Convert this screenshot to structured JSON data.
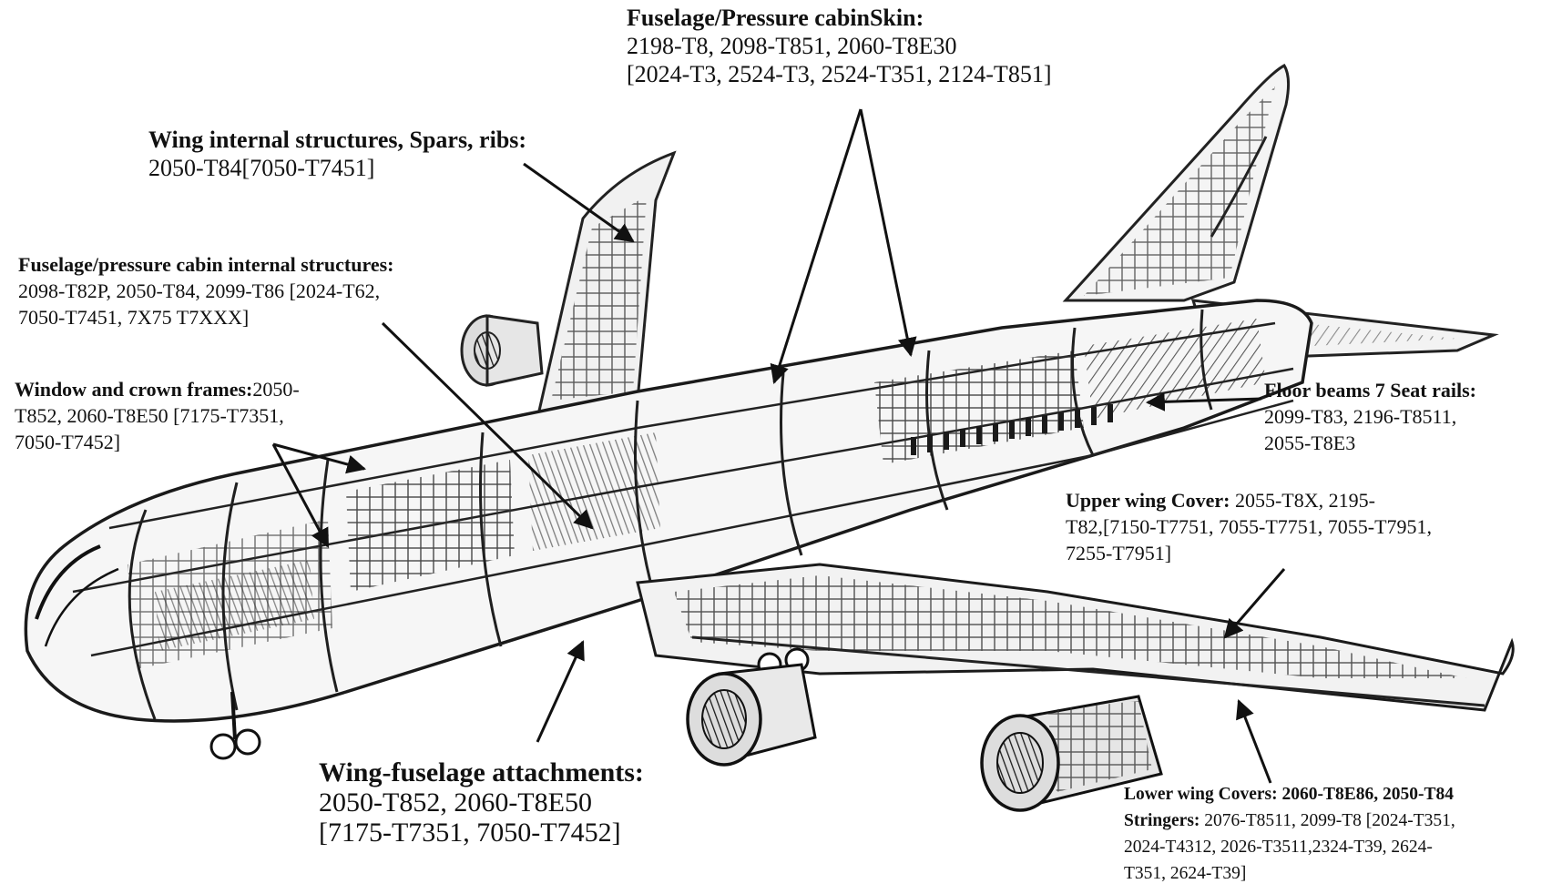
{
  "labels": {
    "fuselage_skin": {
      "heading": "Fuselage/Pressure cabinSkin:",
      "line1": "2198-T8, 2098-T851, 2060-T8E30",
      "line2": "[2024-T3, 2524-T3, 2524-T351, 2124-T851]"
    },
    "wing_internal": {
      "heading": "Wing internal structures, Spars, ribs:",
      "line1": "2050-T84[7050-T7451]"
    },
    "fuselage_internal": {
      "heading": "Fuselage/pressure cabin internal structures:",
      "line1": "2098-T82P, 2050-T84, 2099-T86 [2024-T62,",
      "line2": "7050-T7451, 7X75 T7XXX]"
    },
    "window_frames": {
      "heading": "Window and crown frames:",
      "line1_rest": "2050-",
      "line2": "T852, 2060-T8E50 [7175-T7351,",
      "line3": "7050-T7452]"
    },
    "floor_beams": {
      "heading": "Floor beams 7 Seat rails:",
      "line1": "2099-T83, 2196-T8511,",
      "line2": "2055-T8E3"
    },
    "upper_wing": {
      "heading": "Upper wing Cover:",
      "line1_rest": " 2055-T8X, 2195-",
      "line2": "T82,[7150-T7751, 7055-T7751, 7055-T7951,",
      "line3": "7255-T7951]"
    },
    "wing_fuselage": {
      "heading": "Wing-fuselage attachments:",
      "line1": "2050-T852, 2060-T8E50",
      "line2": "[7175-T7351, 7050-T7452]"
    },
    "lower_wing": {
      "heading": "Lower wing Covers: 2060-T8E86, 2050-T84",
      "stringers_heading": "Stringers:",
      "line2_rest": " 2076-T8511, 2099-T8 [2024-T351,",
      "line3": "2024-T4312, 2026-T3511,2324-T39, 2624-",
      "line4": "T351, 2624-T39]"
    }
  }
}
